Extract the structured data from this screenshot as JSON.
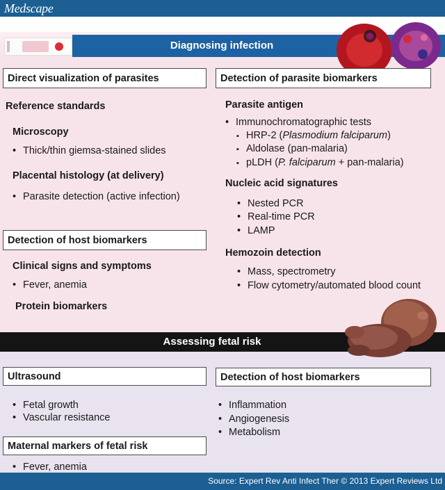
{
  "brand": {
    "logo": "Medscape"
  },
  "header": {
    "title": "Diagnosing infection"
  },
  "left": {
    "box_title": "Direct visualization of parasites",
    "reference_standards": "Reference standards",
    "microscopy": "Microscopy",
    "microscopy_items": [
      "Thick/thin giemsa-stained slides"
    ],
    "placental": "Placental histology (at delivery)",
    "placental_items": [
      "Parasite detection (active infection)"
    ],
    "host_box_title": "Detection of host biomarkers",
    "clinical": "Clinical signs and symptoms",
    "clinical_items": [
      "Fever, anemia"
    ],
    "protein": "Protein biomarkers"
  },
  "right": {
    "box_title": "Detection of parasite biomarkers",
    "antigen": "Parasite antigen",
    "antigen_items": [
      "Immunochromatographic tests"
    ],
    "antigen_subitems": {
      "hrp_pre": "HRP-2 (",
      "hrp_ital": "Plasmodium falciparum",
      "hrp_post": ")",
      "aldolase": "Aldolase (pan-malaria)",
      "pldh_pre": "pLDH (",
      "pldh_ital": "P. falciparum",
      "pldh_post": " + pan-malaria)"
    },
    "nucleic": "Nucleic acid signatures",
    "nucleic_items": [
      "Nested PCR",
      "Real-time PCR",
      "LAMP"
    ],
    "hemozoin": "Hemozoin detection",
    "hemozoin_items": [
      "Mass, spectrometry",
      "Flow cytometry/automated blood count"
    ]
  },
  "fetal": {
    "title": "Assessing fetal risk",
    "ultrasound": "Ultrasound",
    "ultrasound_items": [
      "Fetal growth",
      "Vascular resistance"
    ],
    "maternal": "Maternal markers of fetal risk",
    "maternal_items": [
      "Fever, anemia"
    ],
    "host_box_title": "Detection of host biomarkers",
    "host_items": [
      "Inflammation",
      "Angiogenesis",
      "Metabolism"
    ]
  },
  "footer": {
    "source": "Source: Expert Rev Anti Infect Ther © 2013 Expert Reviews Ltd"
  },
  "colors": {
    "brand_blue": "#1b5f93",
    "header_blue": "#1d63a3",
    "pink_bg": "#f7e4ea",
    "lavender_bg": "#e8e3ee",
    "dark_band": "#141414"
  }
}
